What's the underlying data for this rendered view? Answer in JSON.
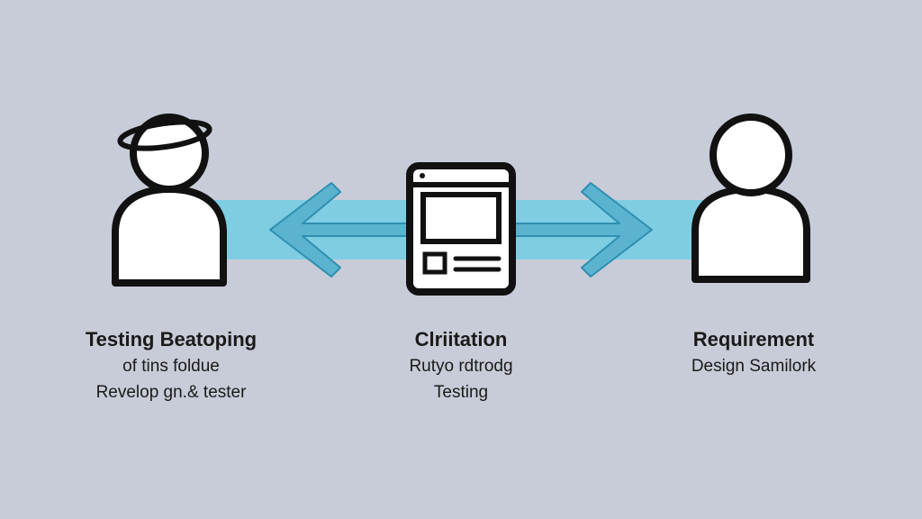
{
  "colors": {
    "background": "#c8ccd8",
    "connector_band": "#7fcde3",
    "arrow": "#5bb3cf",
    "outline": "#111111",
    "fill": "#ffffff"
  },
  "icons": {
    "left_actor": "person-with-hat-icon",
    "center": "document-window-icon",
    "right_actor": "person-icon",
    "connector": "double-headed-arrow-icon"
  },
  "labels": {
    "left": {
      "title": "Testing Beatoping",
      "line1": "of tins foldue",
      "line2": "Revelop gn.& tester"
    },
    "center": {
      "title": "Clriitation",
      "line1": "Rutyo rdtrodg",
      "line2": "Testing"
    },
    "right": {
      "title": "Requirement",
      "line1": "Design Samilork"
    }
  }
}
